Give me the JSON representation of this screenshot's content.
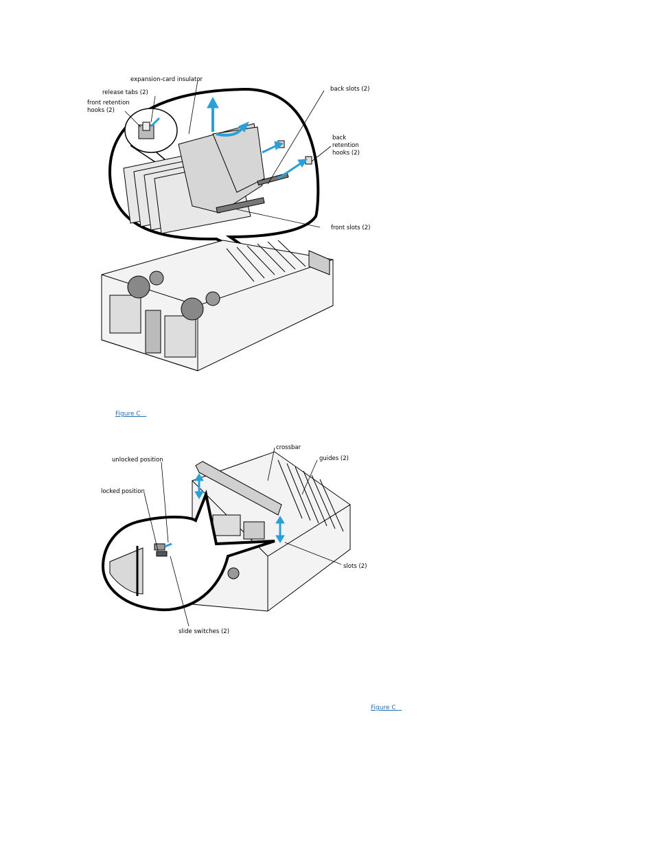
{
  "figure1": {
    "labels": {
      "insulator": "expansion-card insulator",
      "release_tabs": "release tabs (2)",
      "front_hooks_1": "front retention",
      "front_hooks_2": "hooks (2)",
      "back_slots": "back slots (2)",
      "back_hooks_1": "back",
      "back_hooks_2": "retention",
      "back_hooks_3": "hooks (2)",
      "front_slots": "front slots (2)"
    }
  },
  "link1": "Figure C   ",
  "figure2": {
    "labels": {
      "crossbar": "crossbar",
      "guides": "guides (2)",
      "unlocked": "unlocked position",
      "locked": "locked position",
      "slots": "slots (2)",
      "slide_switches": "slide switches (2)"
    }
  },
  "link2": "Figure C   ",
  "colors": {
    "link": "#1f6fb3",
    "arrow": "#2a9fd8"
  }
}
